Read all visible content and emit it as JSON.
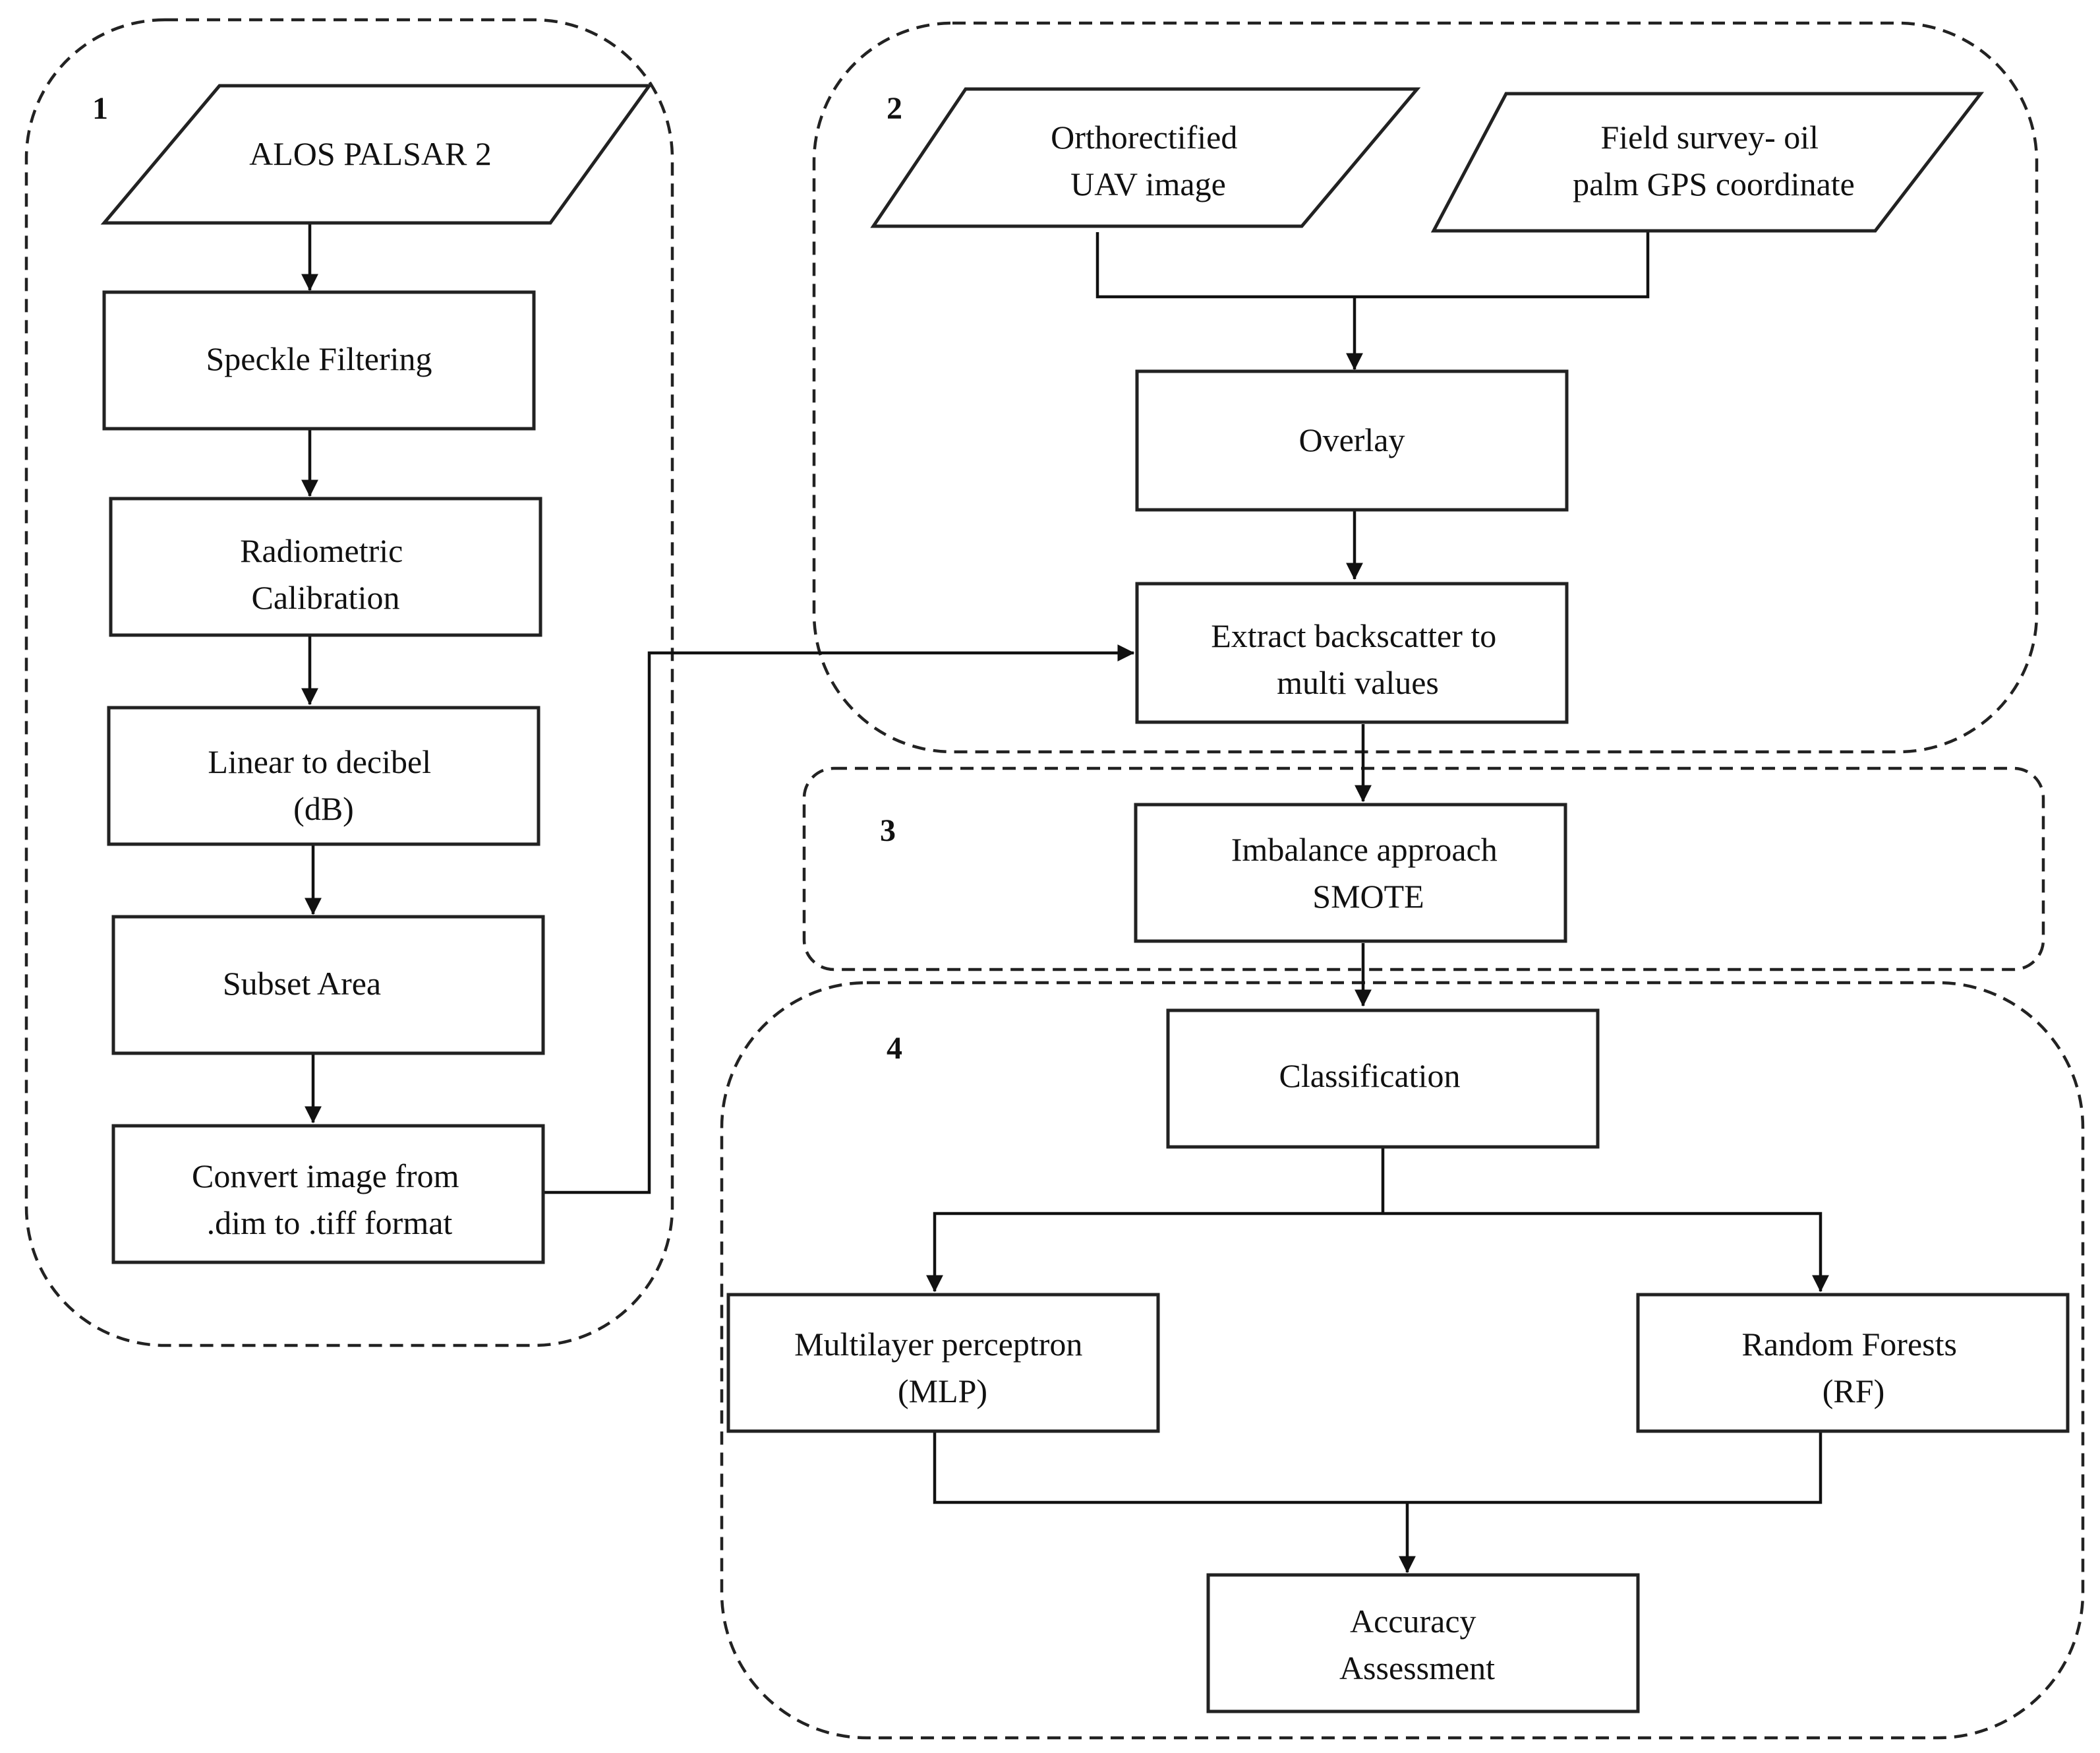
{
  "groups": [
    {
      "id": "g1",
      "label": "1"
    },
    {
      "id": "g2",
      "label": "2"
    },
    {
      "id": "g3",
      "label": "3"
    },
    {
      "id": "g4",
      "label": "4"
    }
  ],
  "nodes": {
    "alos": {
      "shape": "parallelogram",
      "lines": [
        "ALOS PALSAR 2"
      ]
    },
    "speckle": {
      "shape": "rectangle",
      "lines": [
        "Speckle Filtering"
      ]
    },
    "radiometric": {
      "shape": "rectangle",
      "lines": [
        "Radiometric",
        "Calibration"
      ]
    },
    "linear": {
      "shape": "rectangle",
      "lines": [
        "Linear to decibel",
        "(dB)"
      ]
    },
    "subset": {
      "shape": "rectangle",
      "lines": [
        "Subset Area"
      ]
    },
    "convert": {
      "shape": "rectangle",
      "lines": [
        "Convert image from",
        ".dim to .tiff format"
      ]
    },
    "ortho": {
      "shape": "parallelogram",
      "lines": [
        "Orthorectified",
        "UAV image"
      ]
    },
    "field": {
      "shape": "parallelogram",
      "lines": [
        "Field survey- oil",
        "palm GPS coordinate"
      ]
    },
    "overlay": {
      "shape": "rectangle",
      "lines": [
        "Overlay"
      ]
    },
    "extract": {
      "shape": "rectangle",
      "lines": [
        "Extract backscatter to",
        "multi values"
      ]
    },
    "imbalance": {
      "shape": "rectangle",
      "lines": [
        "Imbalance approach",
        "SMOTE"
      ]
    },
    "classification": {
      "shape": "rectangle",
      "lines": [
        "Classification"
      ]
    },
    "mlp": {
      "shape": "rectangle",
      "lines": [
        "Multilayer perceptron",
        "(MLP)"
      ]
    },
    "rf": {
      "shape": "rectangle",
      "lines": [
        "Random Forests",
        "(RF)"
      ]
    },
    "accuracy": {
      "shape": "rectangle",
      "lines": [
        "Accuracy",
        "Assessment"
      ]
    }
  },
  "edges": [
    {
      "from": "alos",
      "to": "speckle"
    },
    {
      "from": "speckle",
      "to": "radiometric"
    },
    {
      "from": "radiometric",
      "to": "linear"
    },
    {
      "from": "linear",
      "to": "subset"
    },
    {
      "from": "subset",
      "to": "convert"
    },
    {
      "from": "convert",
      "to": "extract"
    },
    {
      "from": "ortho",
      "to": "overlay"
    },
    {
      "from": "field",
      "to": "overlay"
    },
    {
      "from": "overlay",
      "to": "extract"
    },
    {
      "from": "extract",
      "to": "imbalance"
    },
    {
      "from": "imbalance",
      "to": "classification"
    },
    {
      "from": "classification",
      "to": "mlp"
    },
    {
      "from": "classification",
      "to": "rf"
    },
    {
      "from": "mlp",
      "to": "accuracy"
    },
    {
      "from": "rf",
      "to": "accuracy"
    }
  ]
}
